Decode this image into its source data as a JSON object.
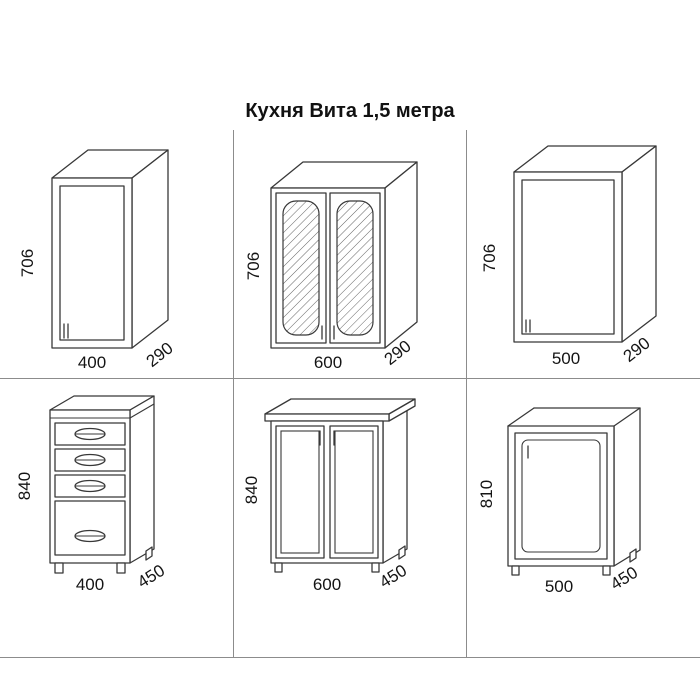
{
  "title": "Кухня Вита 1,5 метра",
  "cabinets": [
    {
      "drawing": "wall-cabinet-single-door",
      "height": "706",
      "width": "400",
      "depth": "290"
    },
    {
      "drawing": "wall-cabinet-two-glass-doors",
      "height": "706",
      "width": "600",
      "depth": "290"
    },
    {
      "drawing": "wall-cabinet-single-door-wide",
      "height": "706",
      "width": "500",
      "depth": "290"
    },
    {
      "drawing": "base-cabinet-four-drawers",
      "height": "840",
      "width": "400",
      "depth": "450"
    },
    {
      "drawing": "base-cabinet-two-doors",
      "height": "840",
      "width": "600",
      "depth": "450"
    },
    {
      "drawing": "sink-base-cabinet-open-top",
      "height": "810",
      "width": "500",
      "depth": "450"
    }
  ]
}
